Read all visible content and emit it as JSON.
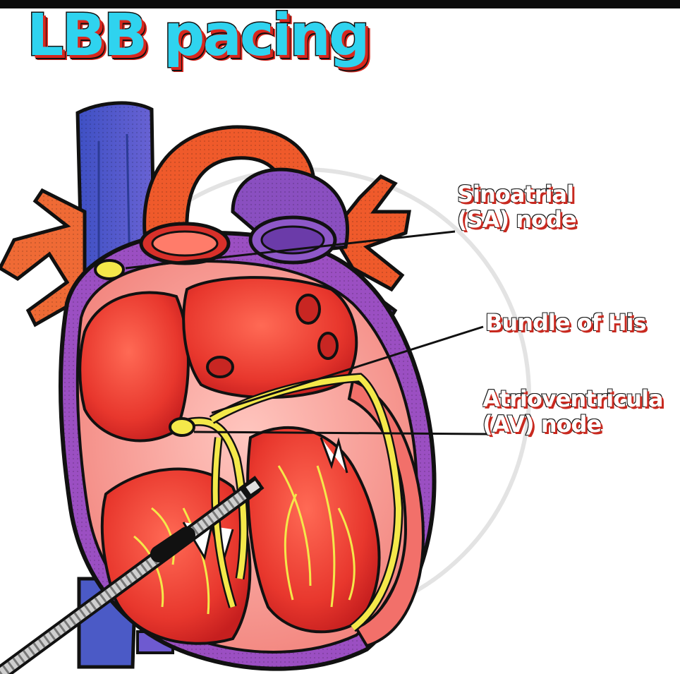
{
  "title": "LBB pacing",
  "labels": {
    "sa_node": {
      "line1": "Sinoatrial",
      "line2": "(SA) node"
    },
    "bundle_of_his": {
      "line1": "Bundle of His"
    },
    "av_node": {
      "line1": "Atrioventricula",
      "line2": "(AV) node"
    }
  },
  "colors": {
    "title_fill": "#2fd3ef",
    "title_shadow": "#d8261d",
    "muscle_red": "#e8372d",
    "pericardium_pink": "#f27e78",
    "vessel_blue": "#4b5ac6",
    "vessel_purple": "#8a4fc0",
    "aorta_orange": "#ef5a2b",
    "conduction_yellow": "#f4e84a"
  }
}
